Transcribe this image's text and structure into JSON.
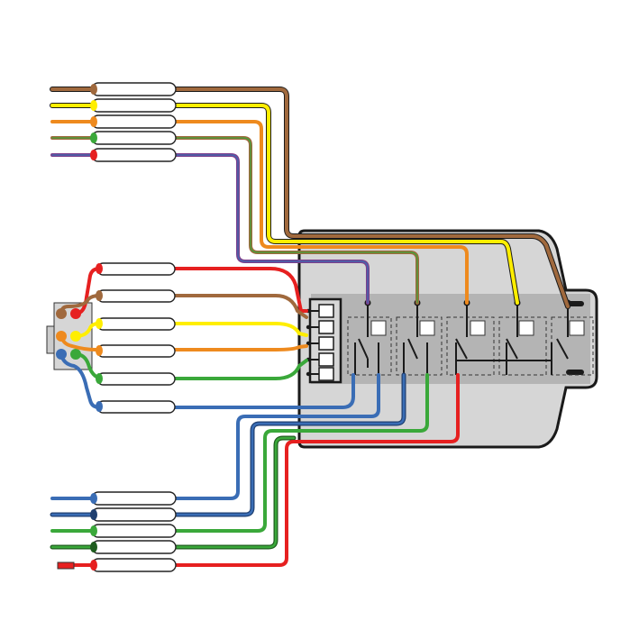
{
  "diagram": {
    "kind": "wiring-harness",
    "colors": {
      "brown": "#a0693d",
      "yellow": "#ffee00",
      "orange": "#ee8a1e",
      "green": "#3aa83a",
      "blue": "#3a6db5",
      "red": "#e62020",
      "purple": "#7d3f8c",
      "dark_blue": "#1f3f70",
      "dark_green": "#1e5c1e",
      "housing": "#d6d6d6",
      "channel": "#b4b4b4",
      "outline": "#1a1a1a"
    },
    "top_leads": [
      "brown",
      "yellow",
      "orange",
      "brown-green",
      "purple-blue"
    ],
    "middle_leads": [
      "red",
      "brown",
      "yellow",
      "orange",
      "green",
      "blue"
    ],
    "bottom_leads": [
      "blue",
      "blue-dark",
      "green",
      "green-dark",
      "red"
    ],
    "relay_count": 5
  }
}
